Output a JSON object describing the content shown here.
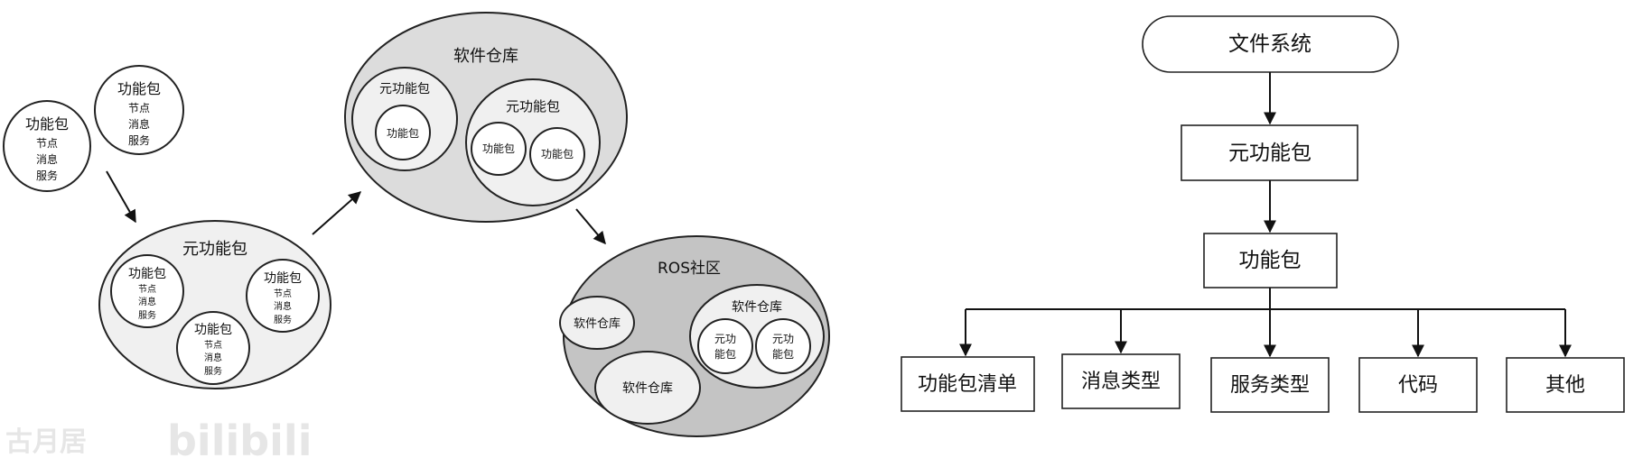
{
  "colors": {
    "outline": "#222222",
    "fill_white": "#ffffff",
    "fill_light": "#f0f0f0",
    "fill_mid": "#dcdcdc",
    "fill_dark": "#c4c4c4",
    "text": "#111111"
  },
  "left": {
    "pkg_label": "功能包",
    "pkg_node": "节点",
    "pkg_message": "消息",
    "pkg_service": "服务",
    "metapkg_label": "元功能包",
    "repo_label": "软件仓库",
    "metapkg_line1": "元功",
    "metapkg_line2": "能包",
    "community_label": "ROS社区"
  },
  "right": {
    "filesystem": "文件系统",
    "metapackage": "元功能包",
    "package": "功能包",
    "children": [
      "功能包清单",
      "消息类型",
      "服务类型",
      "代码",
      "其他"
    ]
  },
  "watermark": {
    "logo": "bilibili",
    "author": "古月居"
  }
}
